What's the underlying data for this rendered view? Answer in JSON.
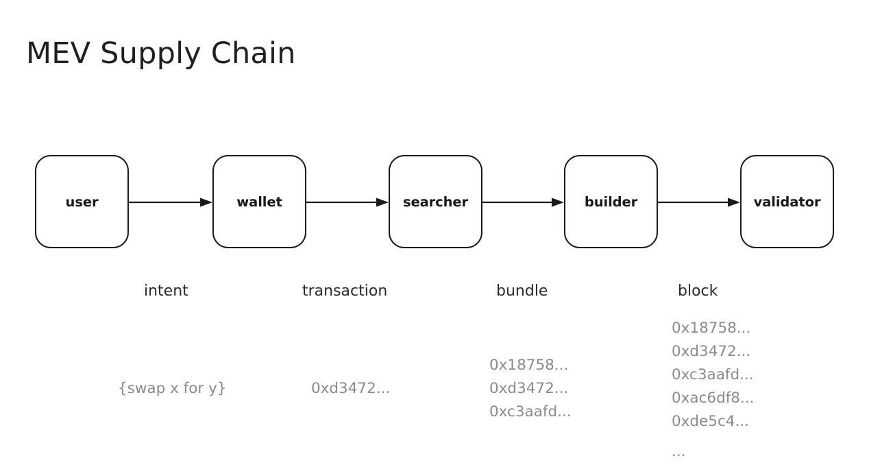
{
  "title": "MEV Supply Chain",
  "diagram": {
    "type": "flow",
    "nodes": [
      {
        "id": "user",
        "label": "user"
      },
      {
        "id": "wallet",
        "label": "wallet"
      },
      {
        "id": "searcher",
        "label": "searcher"
      },
      {
        "id": "builder",
        "label": "builder"
      },
      {
        "id": "validator",
        "label": "validator"
      }
    ],
    "edges": [
      {
        "from": "user",
        "to": "wallet",
        "label": "intent"
      },
      {
        "from": "wallet",
        "to": "searcher",
        "label": "transaction"
      },
      {
        "from": "searcher",
        "to": "builder",
        "label": "bundle"
      },
      {
        "from": "builder",
        "to": "validator",
        "label": "block"
      }
    ],
    "payloads": {
      "intent": [
        "{swap x for y}"
      ],
      "transaction": [
        "0xd3472..."
      ],
      "bundle": [
        "0x18758...",
        "0xd3472...",
        "0xc3aafd..."
      ],
      "block": [
        "0x18758...",
        "0xd3472...",
        "0xc3aafd...",
        "0xac6df8...",
        "0xde5c4..."
      ],
      "block_ellipsis": "..."
    }
  },
  "colors": {
    "background": "#ffffff",
    "node_border": "#1a1a1a",
    "node_text": "#1a1a1a",
    "title_text": "#231f20",
    "stage_label_text": "#2b2b2b",
    "payload_text": "#8a8a8a",
    "arrow": "#1a1a1a"
  }
}
